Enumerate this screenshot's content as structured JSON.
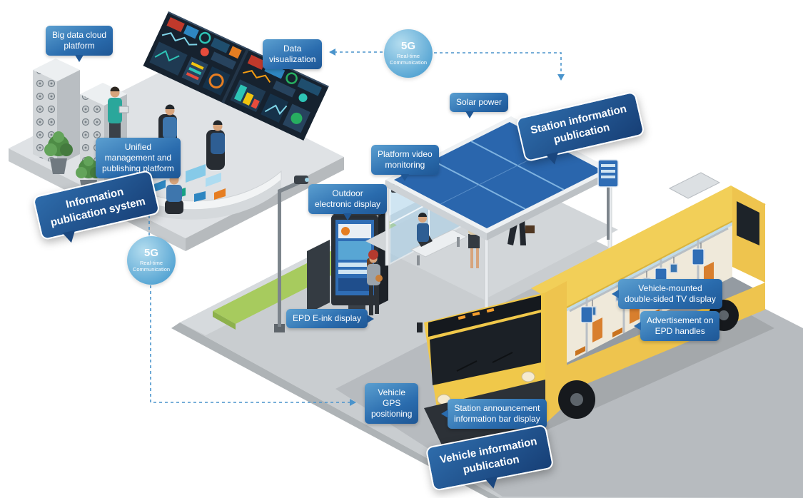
{
  "labels": {
    "big_data": "Big data cloud\nplatform",
    "data_visualization": "Data\nvisualization",
    "solar_power": "Solar power",
    "platform_video_monitoring": "Platform video\nmonitoring",
    "unified_management": "Unified\nmanagement and\npublishing platform",
    "outdoor_electronic_display": "Outdoor\nelectronic display",
    "epd_eink_display": "EPD E-ink display",
    "vehicle_tv_display": "Vehicle-mounted\ndouble-sided TV display",
    "epd_handles_ad": "Advertisement on\nEPD handles",
    "vehicle_gps_positioning": "Vehicle\nGPS\npositioning",
    "station_announcement_bar": "Station announcement\ninformation bar display"
  },
  "bubbles": {
    "information_publication_system": "Information\npublication system",
    "station_information_publication": "Station information\npublication",
    "vehicle_information_publication": "Vehicle information\npublication"
  },
  "badge_5g": {
    "main": "5G",
    "sub1": "Real-time",
    "sub2": "Communication"
  },
  "colors": {
    "label_blue_light": "#5b9fd0",
    "label_blue_dark": "#1f5795",
    "bubble_blue": "#173f76",
    "badge_blue": "#58a6d4",
    "connector_blue": "#4a94cc",
    "bus_yellow": "#f0c84a",
    "solar_panel_blue": "#2a66ad",
    "screen_wall_navy": "#16222f",
    "grass_green": "#a7cb5e"
  }
}
